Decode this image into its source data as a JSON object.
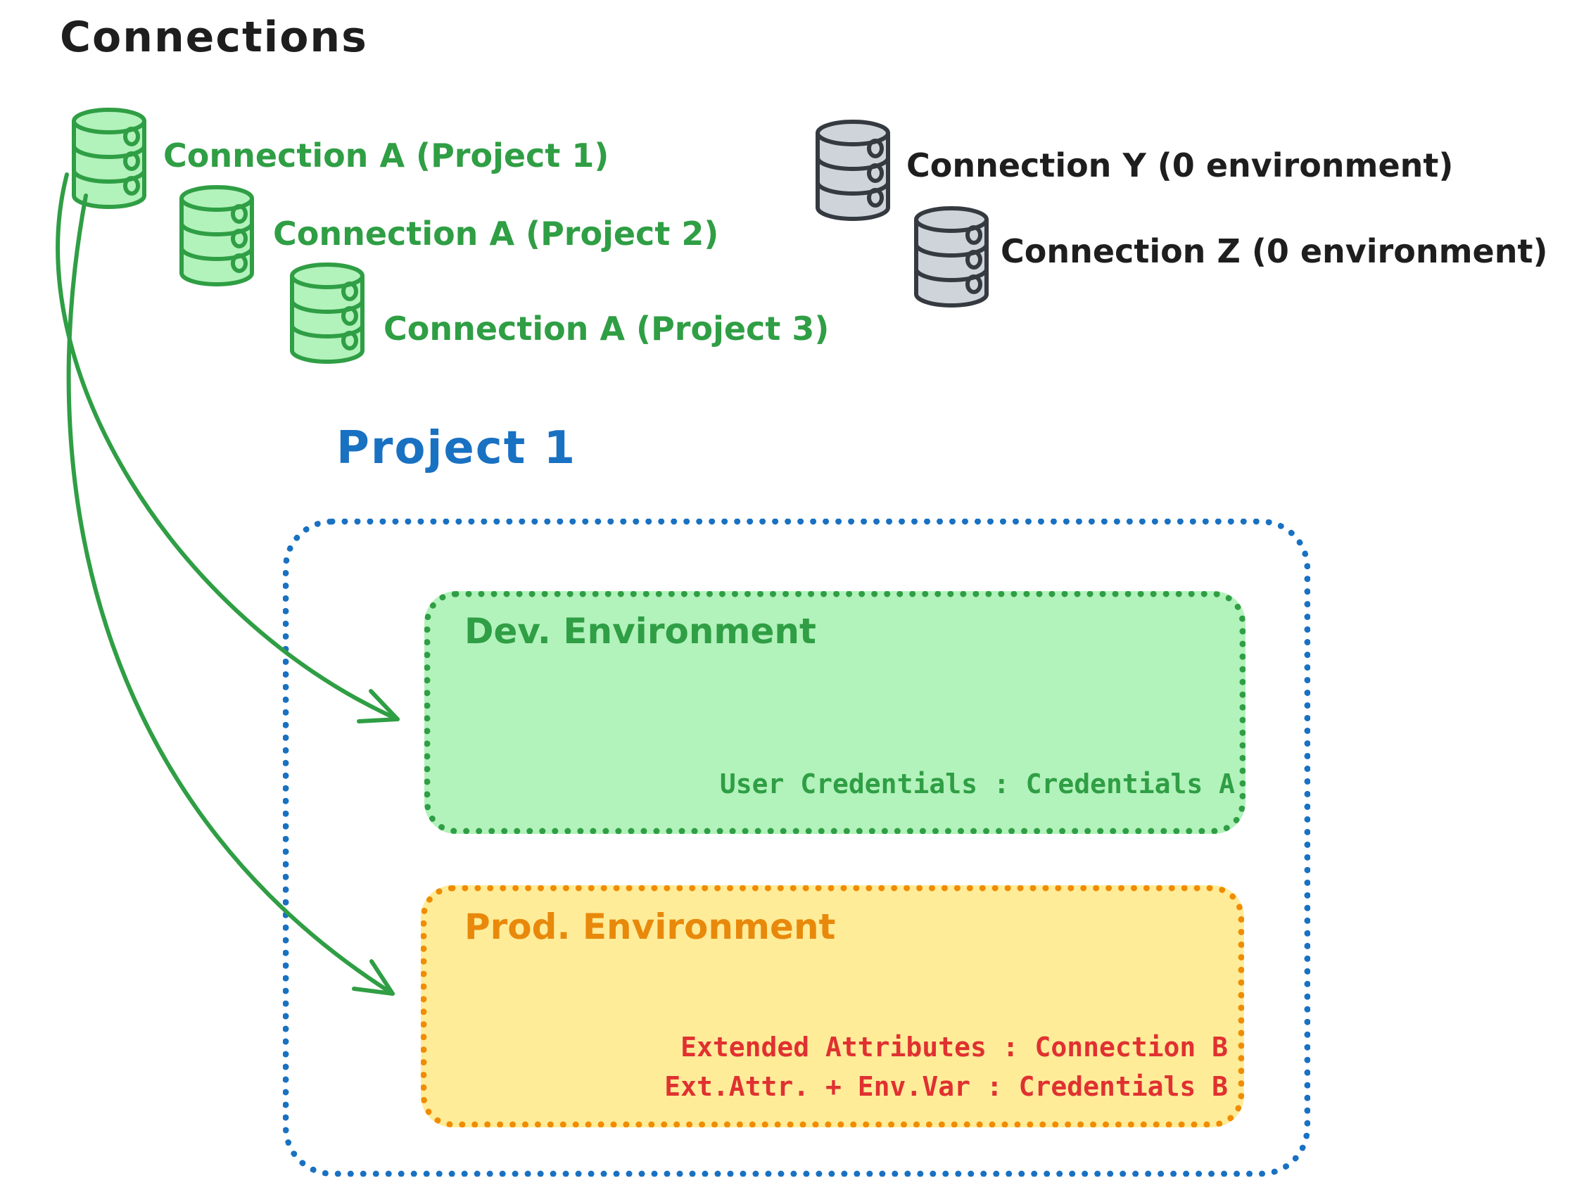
{
  "title": "Connections",
  "green_connections": [
    {
      "label": "Connection A (Project 1)"
    },
    {
      "label": "Connection A (Project 2)"
    },
    {
      "label": "Connection A (Project 3)"
    }
  ],
  "gray_connections": [
    {
      "label": "Connection Y (0 environment)"
    },
    {
      "label": "Connection Z (0 environment)"
    }
  ],
  "project": {
    "title": "Project 1",
    "dev_environment": {
      "title": "Dev. Environment",
      "mapping": "User Credentials : Credentials A"
    },
    "prod_environment": {
      "title": "Prod. Environment",
      "mappings": [
        "Extended Attributes : Connection B",
        "Ext.Attr. + Env.Var : Credentials B"
      ]
    }
  },
  "colors": {
    "green_stroke": "#2f9e44",
    "green_fill": "#b2f2bb",
    "gray_stroke": "#343a40",
    "gray_fill": "#ced4da",
    "blue": "#1971c2",
    "orange_stroke": "#f08c00",
    "yellow_fill": "#ffec99",
    "red_text": "#e03131",
    "black_text": "#1e1e1e"
  }
}
